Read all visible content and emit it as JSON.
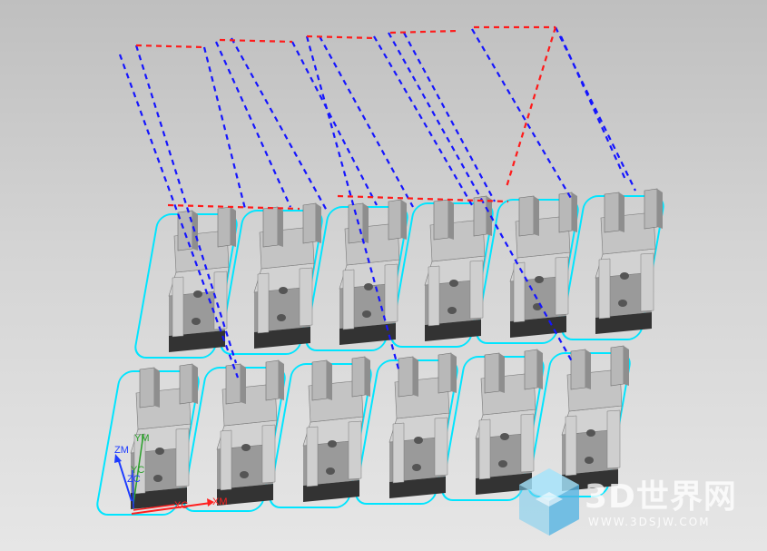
{
  "view": {
    "background_top": "#bfbfbf",
    "background_bottom": "#e6e6e6"
  },
  "colors": {
    "tool_path_blue": "#1515ff",
    "rapid_red": "#ff1a1a",
    "boundary_cyan": "#00e5ff",
    "part_top": "#d2d2d2",
    "part_side": "#9a9a9a",
    "part_base": "#333333"
  },
  "axes": {
    "zm": "ZM",
    "ym": "YM",
    "yc": "YC",
    "zc": "ZC",
    "xc": "XC",
    "xm": "XM"
  },
  "watermark": {
    "title": "3D世界网",
    "url": "WWW.3DSJW.COM",
    "icon": "cube-logo-icon"
  },
  "parts": {
    "rows": 2,
    "columns": 6
  }
}
